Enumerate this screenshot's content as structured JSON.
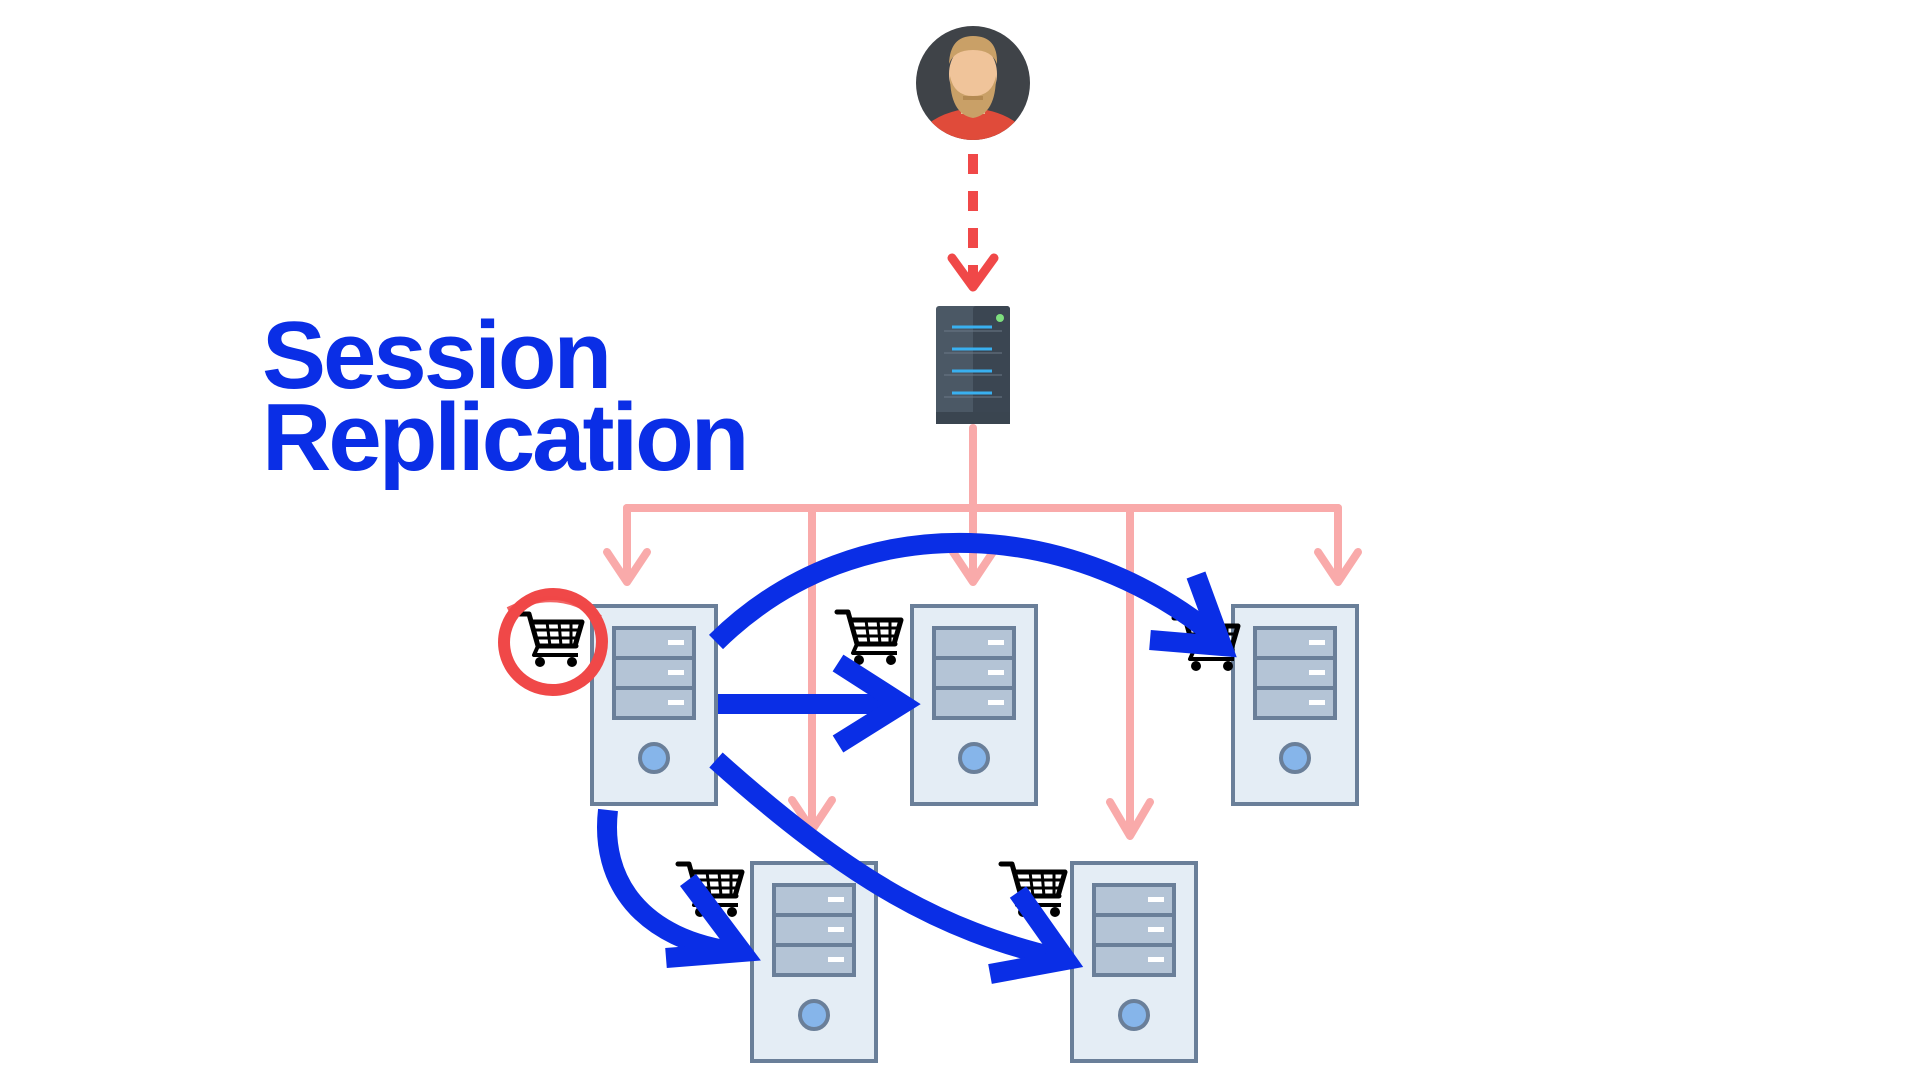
{
  "title": {
    "line1": "Session",
    "line2": "Replication"
  },
  "colors": {
    "background": "#ffffff",
    "title": "#0a2ee6",
    "replication_arrow": "#0a2ee6",
    "request_arrow": "#f04848",
    "distribution_lines": "#f9aaaa",
    "highlight_circle": "#f04848",
    "server_body": "#e4edf5",
    "server_outline": "#6a7f99",
    "load_balancer": "#4b5865"
  },
  "nodes": {
    "user": {
      "icon": "user-avatar-icon"
    },
    "load_balancer": {
      "icon": "rack-server-icon"
    },
    "servers": [
      {
        "id": "server-primary",
        "icon": "tower-server-icon",
        "has_cart": true,
        "cart_highlighted": true
      },
      {
        "id": "server-2",
        "icon": "tower-server-icon",
        "has_cart": true,
        "cart_highlighted": false
      },
      {
        "id": "server-3",
        "icon": "tower-server-icon",
        "has_cart": true,
        "cart_highlighted": false
      },
      {
        "id": "server-4",
        "icon": "tower-server-icon",
        "has_cart": true,
        "cart_highlighted": false
      },
      {
        "id": "server-5",
        "icon": "tower-server-icon",
        "has_cart": true,
        "cart_highlighted": false
      }
    ]
  },
  "edges": {
    "request": {
      "from": "user",
      "to": "load_balancer",
      "style": "dashed"
    },
    "distribution": {
      "from": "load_balancer",
      "to": [
        "server-primary",
        "server-2",
        "server-3",
        "server-4",
        "server-5"
      ]
    },
    "replication": [
      {
        "from": "server-primary",
        "to": "server-2"
      },
      {
        "from": "server-primary",
        "to": "server-3"
      },
      {
        "from": "server-primary",
        "to": "server-4"
      },
      {
        "from": "server-primary",
        "to": "server-5"
      }
    ]
  }
}
